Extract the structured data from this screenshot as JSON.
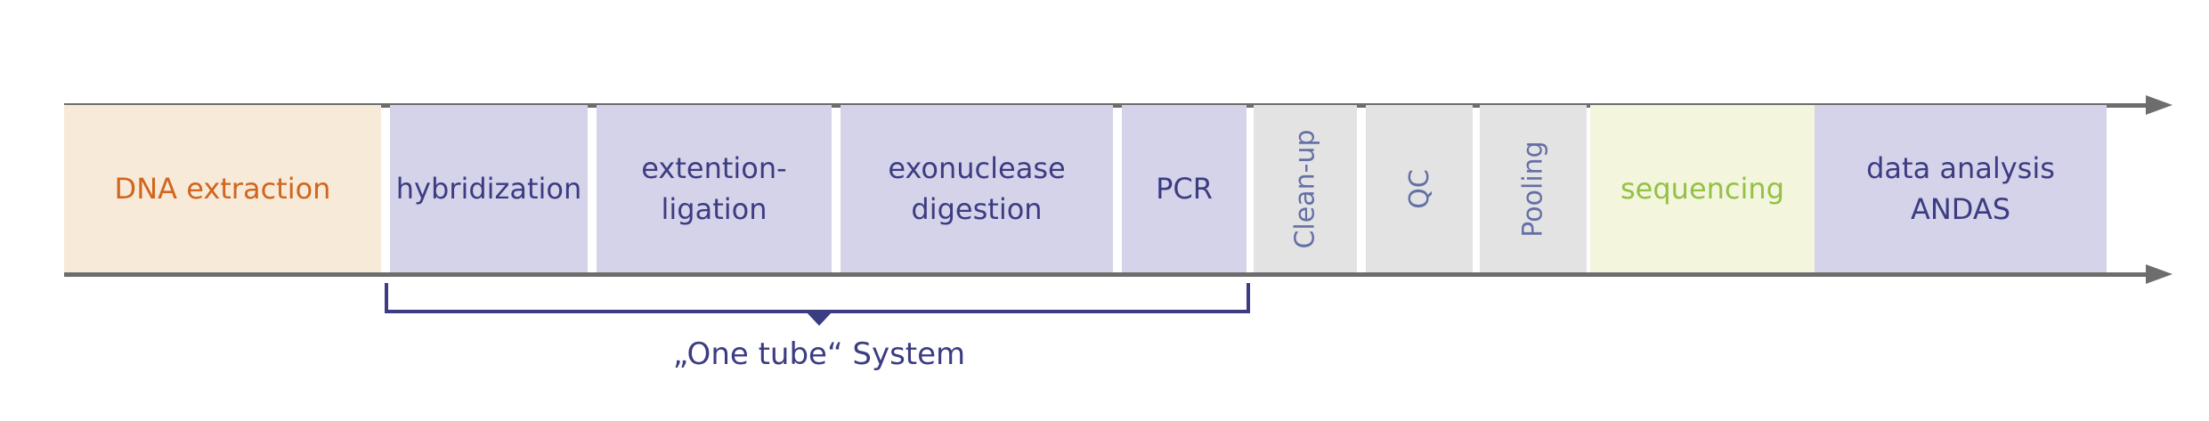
{
  "steps": [
    {
      "label": "DNA extraction",
      "category": "extraction"
    },
    {
      "label": "hybridization",
      "category": "one-tube"
    },
    {
      "label": "extention-\nligation",
      "category": "one-tube"
    },
    {
      "label": "exonuclease\ndigestion",
      "category": "one-tube"
    },
    {
      "label": "PCR",
      "category": "one-tube"
    },
    {
      "label": "Clean-up",
      "category": "prep",
      "orientation": "vertical"
    },
    {
      "label": "QC",
      "category": "prep",
      "orientation": "vertical"
    },
    {
      "label": "Pooling",
      "category": "prep",
      "orientation": "vertical"
    },
    {
      "label": "sequencing",
      "category": "sequencing"
    },
    {
      "label": "data analysis\nANDAS",
      "category": "analysis"
    }
  ],
  "group": {
    "label": "„One tube“ System",
    "spans_steps": [
      "hybridization",
      "extention-\nligation",
      "exonuclease\ndigestion",
      "PCR"
    ]
  },
  "colors": {
    "extraction_fill": "#f8ead8",
    "extraction_text": "#d2651e",
    "one_tube_fill": "#d5d3ea",
    "one_tube_text": "#3c3c82",
    "prep_fill": "#e3e3e3",
    "prep_text": "#6470a6",
    "sequencing_fill": "#f3f5dd",
    "sequencing_text": "#94c145",
    "analysis_fill": "#d5d3ea",
    "analysis_text": "#3c3c82",
    "rail": "#6d6d6d",
    "bracket": "#3c3c82"
  }
}
